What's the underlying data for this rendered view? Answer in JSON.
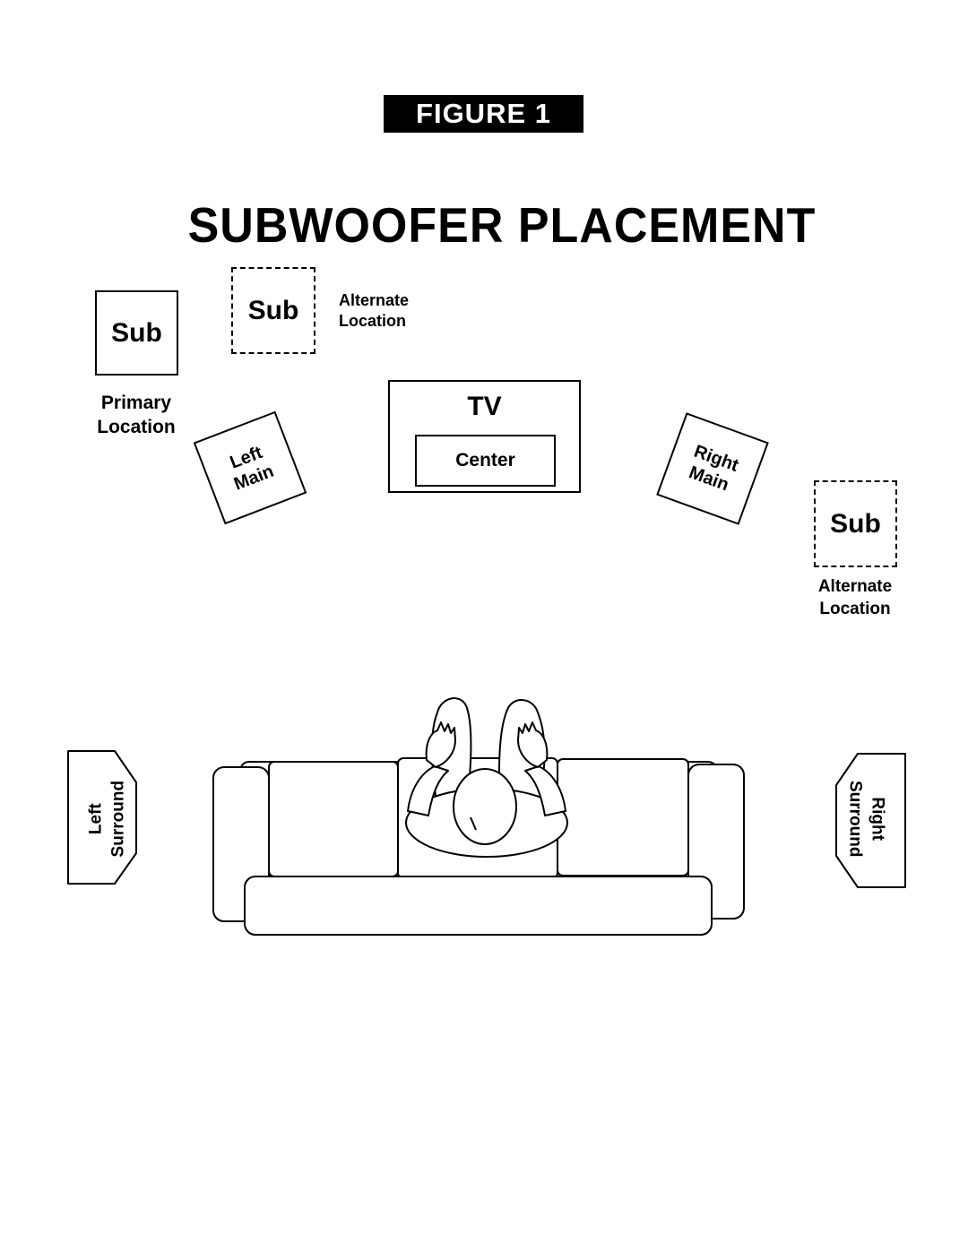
{
  "figure_label": "FIGURE 1",
  "title": "SUBWOOFER PLACEMENT",
  "subwoofer": {
    "primary": {
      "label": "Sub",
      "caption_line1": "Primary",
      "caption_line2": "Location"
    },
    "alternate_top": {
      "label": "Sub",
      "caption_line1": "Alternate",
      "caption_line2": "Location"
    },
    "alternate_right": {
      "label": "Sub",
      "caption_line1": "Alternate",
      "caption_line2": "Location"
    }
  },
  "tv": {
    "label": "TV",
    "center_label": "Center"
  },
  "speakers": {
    "left_main": {
      "line1": "Left",
      "line2": "Main"
    },
    "right_main": {
      "line1": "Right",
      "line2": "Main"
    },
    "left_surround": {
      "line1": "Left",
      "line2": "Surround"
    },
    "right_surround": {
      "line1": "Right",
      "line2": "Surround"
    }
  },
  "colors": {
    "ink": "#000000",
    "paper": "#ffffff"
  }
}
